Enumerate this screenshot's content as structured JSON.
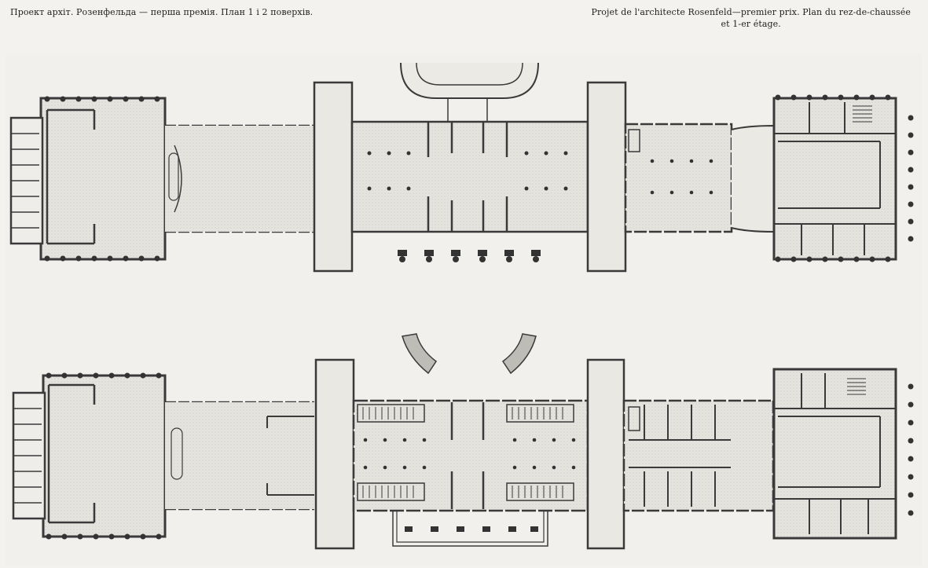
{
  "caption_left": "Проект архіт. Розенфельда — перша премія. План 1 і 2 поверхів.",
  "caption_right": {
    "line1": "Projet de l'architecte Rosenfeld—premier prix. Plan du rez-de-chaussée",
    "line2": "et 1-er étage."
  },
  "colors": {
    "paper": "#f3f2ee",
    "ink": "#3a3a3a",
    "poche": "#444444",
    "fill": "#e2e1dc"
  }
}
